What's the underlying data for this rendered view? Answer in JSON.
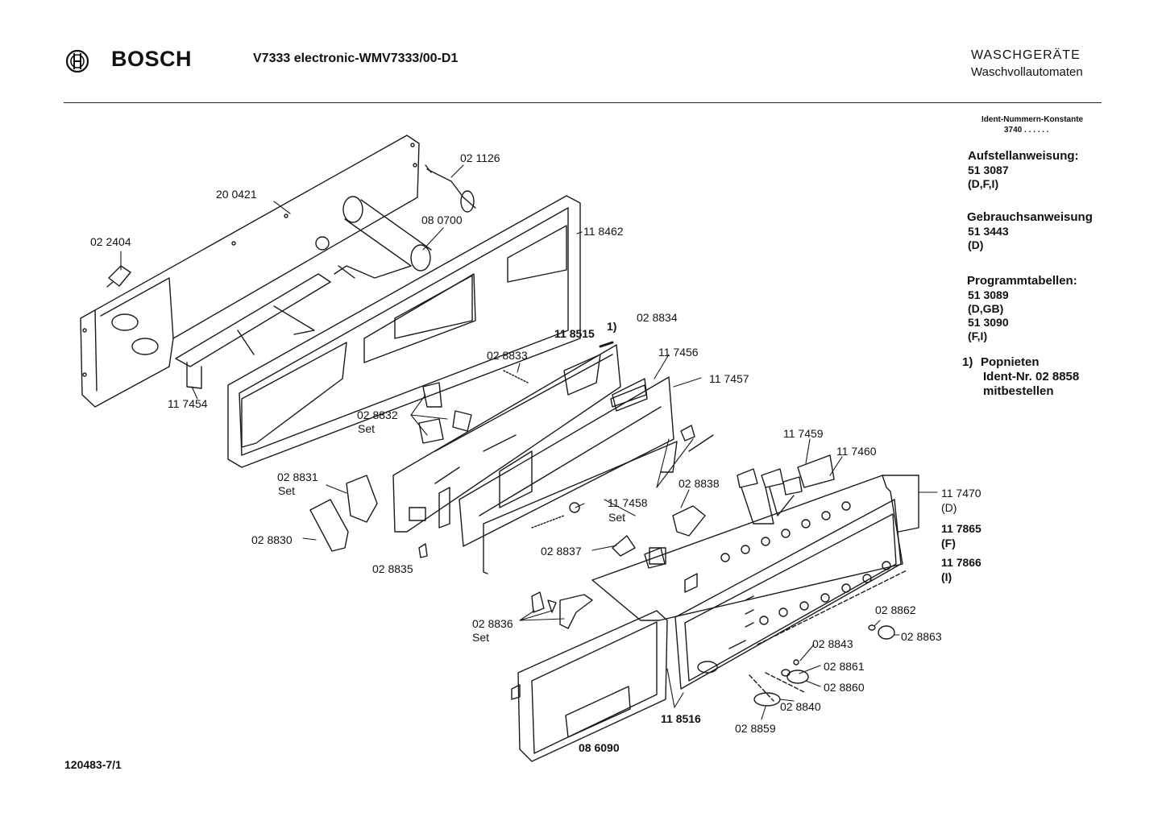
{
  "header": {
    "brand": "BOSCH",
    "model": "V7333 electronic-WMV7333/00-D1",
    "category": "WASCHGERÄTE",
    "subcategory": "Waschvollautomaten"
  },
  "sidebar": {
    "ident_label": "Ident-Nummern-Konstante",
    "ident_value": "3740  . .   . . . .",
    "aufstell_title": "Aufstellanweisung:",
    "aufstell_values": [
      "51 3087",
      "(D,F,I)"
    ],
    "gebrauch_title": "Gebrauchsanweisung",
    "gebrauch_values": [
      "51 3443",
      "(D)"
    ],
    "programm_title": "Programmtabellen:",
    "programm_values": [
      "51 3089",
      "(D,GB)",
      "51 3090",
      "(F,I)"
    ],
    "note_marker": "1)",
    "note_lines": [
      "Popnieten",
      "Ident-Nr. 02 8858",
      "mitbestellen"
    ]
  },
  "parts": [
    {
      "num": "02 1126",
      "bold": false
    },
    {
      "num": "20 0421",
      "bold": false
    },
    {
      "num": "08 0700",
      "bold": false
    },
    {
      "num": "11 8462",
      "bold": false
    },
    {
      "num": "02 2404",
      "bold": false
    },
    {
      "num": "11 8515",
      "bold": true
    },
    {
      "num": "1)",
      "bold": true
    },
    {
      "num": "02 8834",
      "bold": false
    },
    {
      "num": "02 8833",
      "bold": false
    },
    {
      "num": "11 7456",
      "bold": false
    },
    {
      "num": "11 7457",
      "bold": false
    },
    {
      "num": "11 7454",
      "bold": false
    },
    {
      "num": "02 8832",
      "bold": false
    },
    {
      "num": "Set",
      "bold": false
    },
    {
      "num": "11 7459",
      "bold": false
    },
    {
      "num": "11 7460",
      "bold": false
    },
    {
      "num": "02 8831",
      "bold": false
    },
    {
      "num": "Set",
      "bold": false
    },
    {
      "num": "02 8838",
      "bold": false
    },
    {
      "num": "11 7458",
      "bold": false
    },
    {
      "num": "Set",
      "bold": false
    },
    {
      "num": "11 7470",
      "bold": false
    },
    {
      "num": "(D)",
      "bold": false
    },
    {
      "num": "11 7865",
      "bold": true
    },
    {
      "num": "(F)",
      "bold": true
    },
    {
      "num": "11 7866",
      "bold": true
    },
    {
      "num": "(I)",
      "bold": true
    },
    {
      "num": "02 8830",
      "bold": false
    },
    {
      "num": "02 8837",
      "bold": false
    },
    {
      "num": "02 8835",
      "bold": false
    },
    {
      "num": "02 8862",
      "bold": false
    },
    {
      "num": "02 8836",
      "bold": false
    },
    {
      "num": "Set",
      "bold": false
    },
    {
      "num": "02 8863",
      "bold": false
    },
    {
      "num": "02 8843",
      "bold": false
    },
    {
      "num": "02 8861",
      "bold": false
    },
    {
      "num": "02 8860",
      "bold": false
    },
    {
      "num": "02 8840",
      "bold": false
    },
    {
      "num": "11 8516",
      "bold": true
    },
    {
      "num": "02 8859",
      "bold": false
    },
    {
      "num": "08 6090",
      "bold": true
    }
  ],
  "footer": {
    "drawing_id": "120483-7/1"
  }
}
